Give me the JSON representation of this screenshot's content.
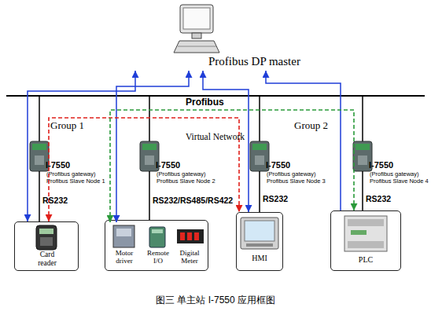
{
  "diagram": {
    "caption": "图三 单主站 I-7550 应用框图",
    "nodes": [
      {
        "text": [
          "Profibus DP master"
        ]
      },
      {
        "text": [
          "I-7550",
          "(Profibus gateway)",
          "Profibus Slave Node 1"
        ]
      },
      {
        "text": [
          "I-7550",
          "(Profibus gateway)",
          "Profibus Slave Node 2"
        ]
      },
      {
        "text": [
          "I-7550",
          "(Profibus gateway)",
          "Profibus Slave Node 3"
        ]
      },
      {
        "text": [
          "I-7550",
          "(Profibus gateway)",
          "Profibus Slave Node 4"
        ]
      },
      {
        "text": [
          "Card reader"
        ]
      },
      {
        "text": []
      },
      {
        "text": [
          "Motor driver"
        ],
        "in": 6
      },
      {
        "text": [
          "Remote I/O"
        ],
        "in": 6
      },
      {
        "text": [
          "Digital Meter"
        ],
        "in": 6
      },
      {
        "text": [
          "HMI"
        ]
      },
      {
        "text": [
          "PLC"
        ]
      }
    ],
    "edges": [
      {
        "from": 0,
        "to": 5,
        "arrow": "both"
      },
      {
        "from": 0,
        "to": 7,
        "arrow": "both"
      },
      {
        "from": 0,
        "to": 10,
        "arrow": "both"
      },
      {
        "from": 11,
        "to": 0,
        "arrow": "to"
      },
      {
        "from": 5,
        "to": 10,
        "arrow": "both"
      },
      {
        "from": 7,
        "to": 11,
        "arrow": "both"
      },
      {
        "from": 1,
        "to": 5,
        "label": "RS232",
        "arrow": "none"
      },
      {
        "from": 2,
        "to": 6,
        "label": "RS232/RS485/RS422",
        "arrow": "none"
      },
      {
        "from": 3,
        "to": 10,
        "label": "RS232",
        "arrow": "none"
      },
      {
        "from": 4,
        "to": 11,
        "label": "RS232",
        "arrow": "none"
      }
    ],
    "labels": [
      "Profibus",
      "Group 1",
      "Group 2",
      "Virtual Network"
    ]
  }
}
